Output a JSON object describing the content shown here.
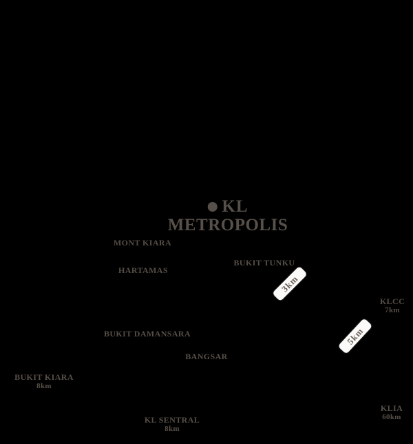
{
  "project": {
    "name_line1": "KL",
    "name_line2": "METROPOLIS"
  },
  "locations": [
    {
      "label": "MONT KIARA"
    },
    {
      "label": "HARTAMAS"
    },
    {
      "label": "BUKIT TUNKU"
    },
    {
      "label": "KLCC",
      "distance": "7km"
    },
    {
      "label": "BUKIT DAMANSARA"
    },
    {
      "label": "BANGSAR"
    },
    {
      "label": "BUKIT KIARA",
      "distance": "8km"
    },
    {
      "label": "KLIA",
      "distance": "60km"
    },
    {
      "label": "KL SENTRAL",
      "distance": "8km"
    }
  ],
  "route_badges": [
    {
      "label": "3km"
    },
    {
      "label": "5km"
    }
  ],
  "colors": {
    "background": "#000000",
    "title_text": "#57504a",
    "label_text": "#564e47",
    "badge_background": "#fbfaf8",
    "badge_text": "#6b635c"
  }
}
